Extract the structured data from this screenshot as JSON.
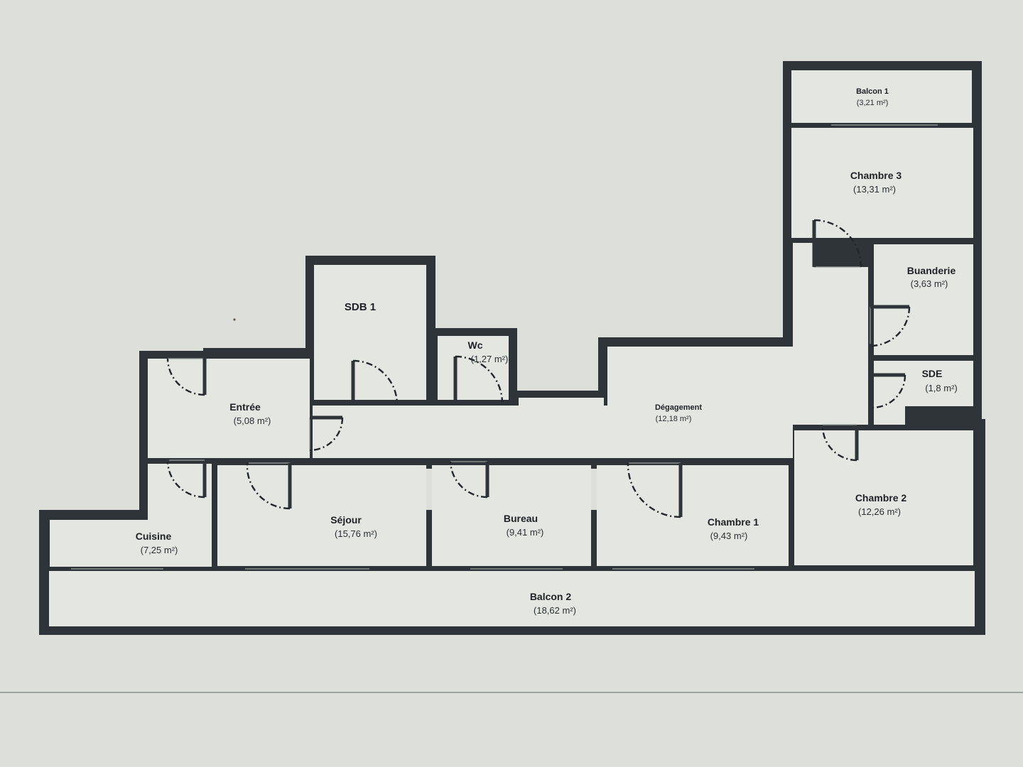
{
  "plan": {
    "rooms": [
      {
        "id": "balcon-1",
        "name": "Balcon 1",
        "area": "(3,21 m²)"
      },
      {
        "id": "chambre-3",
        "name": "Chambre 3",
        "area": "(13,31 m²)"
      },
      {
        "id": "buanderie",
        "name": "Buanderie",
        "area": "(3,63 m²)"
      },
      {
        "id": "sde",
        "name": "SDE",
        "area": "(1,8 m²)"
      },
      {
        "id": "sdb-1",
        "name": "SDB 1",
        "area": ""
      },
      {
        "id": "wc",
        "name": "Wc",
        "area": "(1,27 m²)"
      },
      {
        "id": "entree",
        "name": "Entrée",
        "area": "(5,08 m²)"
      },
      {
        "id": "degagement",
        "name": "Dégagement",
        "area": "(12,18 m²)"
      },
      {
        "id": "chambre-2",
        "name": "Chambre 2",
        "area": "(12,26 m²)"
      },
      {
        "id": "cuisine",
        "name": "Cuisine",
        "area": "(7,25 m²)"
      },
      {
        "id": "sejour",
        "name": "Séjour",
        "area": "(15,76 m²)"
      },
      {
        "id": "bureau",
        "name": "Bureau",
        "area": "(9,41 m²)"
      },
      {
        "id": "chambre-1",
        "name": "Chambre 1",
        "area": "(9,43 m²)"
      },
      {
        "id": "balcon-2",
        "name": "Balcon 2",
        "area": "(18,62 m²)"
      }
    ]
  },
  "colors": {
    "paper": "#dcdfda",
    "wall": "#2f3438",
    "floor": "#e3e6e1"
  }
}
